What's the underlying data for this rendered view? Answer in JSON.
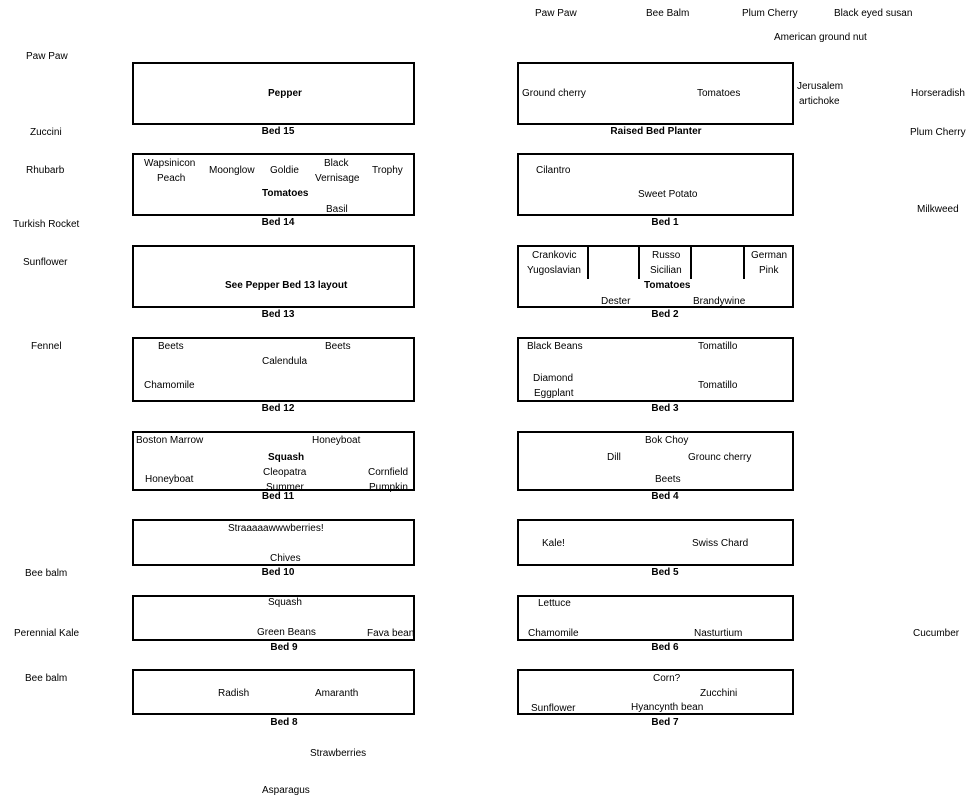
{
  "outer": {
    "top_row": [
      "Paw Paw",
      "Bee Balm",
      "Plum Cherry",
      "Black eyed susan"
    ],
    "american_ground_nut": "American ground nut",
    "left": [
      "Paw Paw",
      "Zuccini",
      "Rhubarb",
      "Turkish Rocket",
      "Sunflower",
      "Fennel",
      "Bee balm",
      "Perennial Kale",
      "Bee balm"
    ],
    "jerusalem_artichoke": [
      "Jerusalem",
      "artichoke"
    ],
    "right": [
      "Horseradish",
      "Plum Cherry",
      "Milkweed",
      "Cucumber"
    ],
    "bottom": [
      "Strawberries",
      "Asparagus"
    ]
  },
  "left_beds": {
    "bed15": {
      "label": "Bed 15",
      "title": "Pepper"
    },
    "bed14": {
      "label": "Bed 14",
      "varieties": [
        [
          "Wapsinicon",
          "Peach"
        ],
        [
          "Moonglow"
        ],
        [
          "Goldie"
        ],
        [
          "Black",
          "Vernisage"
        ],
        [
          "Trophy"
        ]
      ],
      "title": "Tomatoes",
      "extra": "Basil"
    },
    "bed13": {
      "label": "Bed 13",
      "title": "See Pepper Bed 13 layout"
    },
    "bed12": {
      "label": "Bed 12",
      "items": [
        "Beets",
        "Beets",
        "Calendula",
        "Chamomile"
      ]
    },
    "bed11": {
      "label": "Bed 11",
      "items": [
        "Boston Marrow",
        "Honeyboat",
        "Squash",
        "Cleopatra",
        "Summer",
        "Cornfield",
        "Pumpkin",
        "Honeyboat"
      ]
    },
    "bed10": {
      "label": "Bed 10",
      "items": [
        "Straaaaawwwberries!",
        "Chives"
      ]
    },
    "bed9": {
      "label": "Bed 9",
      "items": [
        "Squash",
        "Green Beans",
        "Fava bean"
      ]
    },
    "bed8": {
      "label": "Bed 8",
      "items": [
        "Radish",
        "Amaranth"
      ]
    }
  },
  "right_beds": {
    "raised": {
      "label": "Raised Bed Planter",
      "items": [
        "Ground cherry",
        "Tomatoes"
      ]
    },
    "bed1": {
      "label": "Bed 1",
      "items": [
        "Cilantro",
        "Sweet Potato"
      ]
    },
    "bed2": {
      "label": "Bed 2",
      "varieties": [
        [
          "Crankovic",
          "Yugoslavian"
        ],
        [
          "Russo",
          "Sicilian"
        ],
        [
          "German",
          "Pink"
        ]
      ],
      "title": "Tomatoes",
      "bottom": [
        "Dester",
        "Brandywine"
      ]
    },
    "bed3": {
      "label": "Bed 3",
      "items": [
        "Black Beans",
        "Tomatillo",
        "Diamond",
        "Eggplant",
        "Tomatillo"
      ]
    },
    "bed4": {
      "label": "Bed 4",
      "items": [
        "Bok Choy",
        "Dill",
        "Grounc cherry",
        "Beets"
      ]
    },
    "bed5": {
      "label": "Bed 5",
      "items": [
        "Kale!",
        "Swiss Chard"
      ]
    },
    "bed6": {
      "label": "Bed 6",
      "items": [
        "Lettuce",
        "Chamomile",
        "Nasturtium"
      ]
    },
    "bed7": {
      "label": "Bed 7",
      "items": [
        "Corn?",
        "Zucchini",
        "Sunflower",
        "Hyancynth bean"
      ]
    }
  }
}
